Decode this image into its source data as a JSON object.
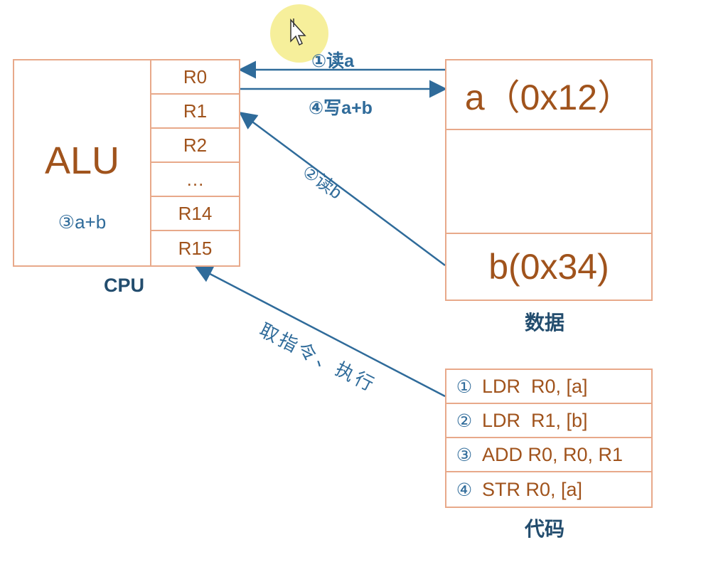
{
  "cpu": {
    "alu_label": "ALU",
    "alu_step": "③a+b",
    "registers": [
      "R0",
      "R1",
      "R2",
      "…",
      "R14",
      "R15"
    ],
    "caption": "CPU"
  },
  "data_block": {
    "a_cell": "a（0x12）",
    "b_cell": "b(0x34)",
    "caption": "数据"
  },
  "code_block": {
    "rows": [
      {
        "num": "①",
        "instr": "LDR  R0, [a]"
      },
      {
        "num": "②",
        "instr": "LDR  R1, [b]"
      },
      {
        "num": "③",
        "instr": "ADD R0, R0, R1"
      },
      {
        "num": "④",
        "instr": "STR R0, [a]"
      }
    ],
    "caption": "代码"
  },
  "arrows": {
    "read_a": "①读a",
    "write_ab": "④写a+b",
    "read_b": "②读b",
    "fetch_exec": "取指令、执行"
  },
  "colors": {
    "box_border": "#e8a98a",
    "register_text": "#a0531c",
    "arrow": "#2f6b9a",
    "caption": "#234d6e"
  }
}
